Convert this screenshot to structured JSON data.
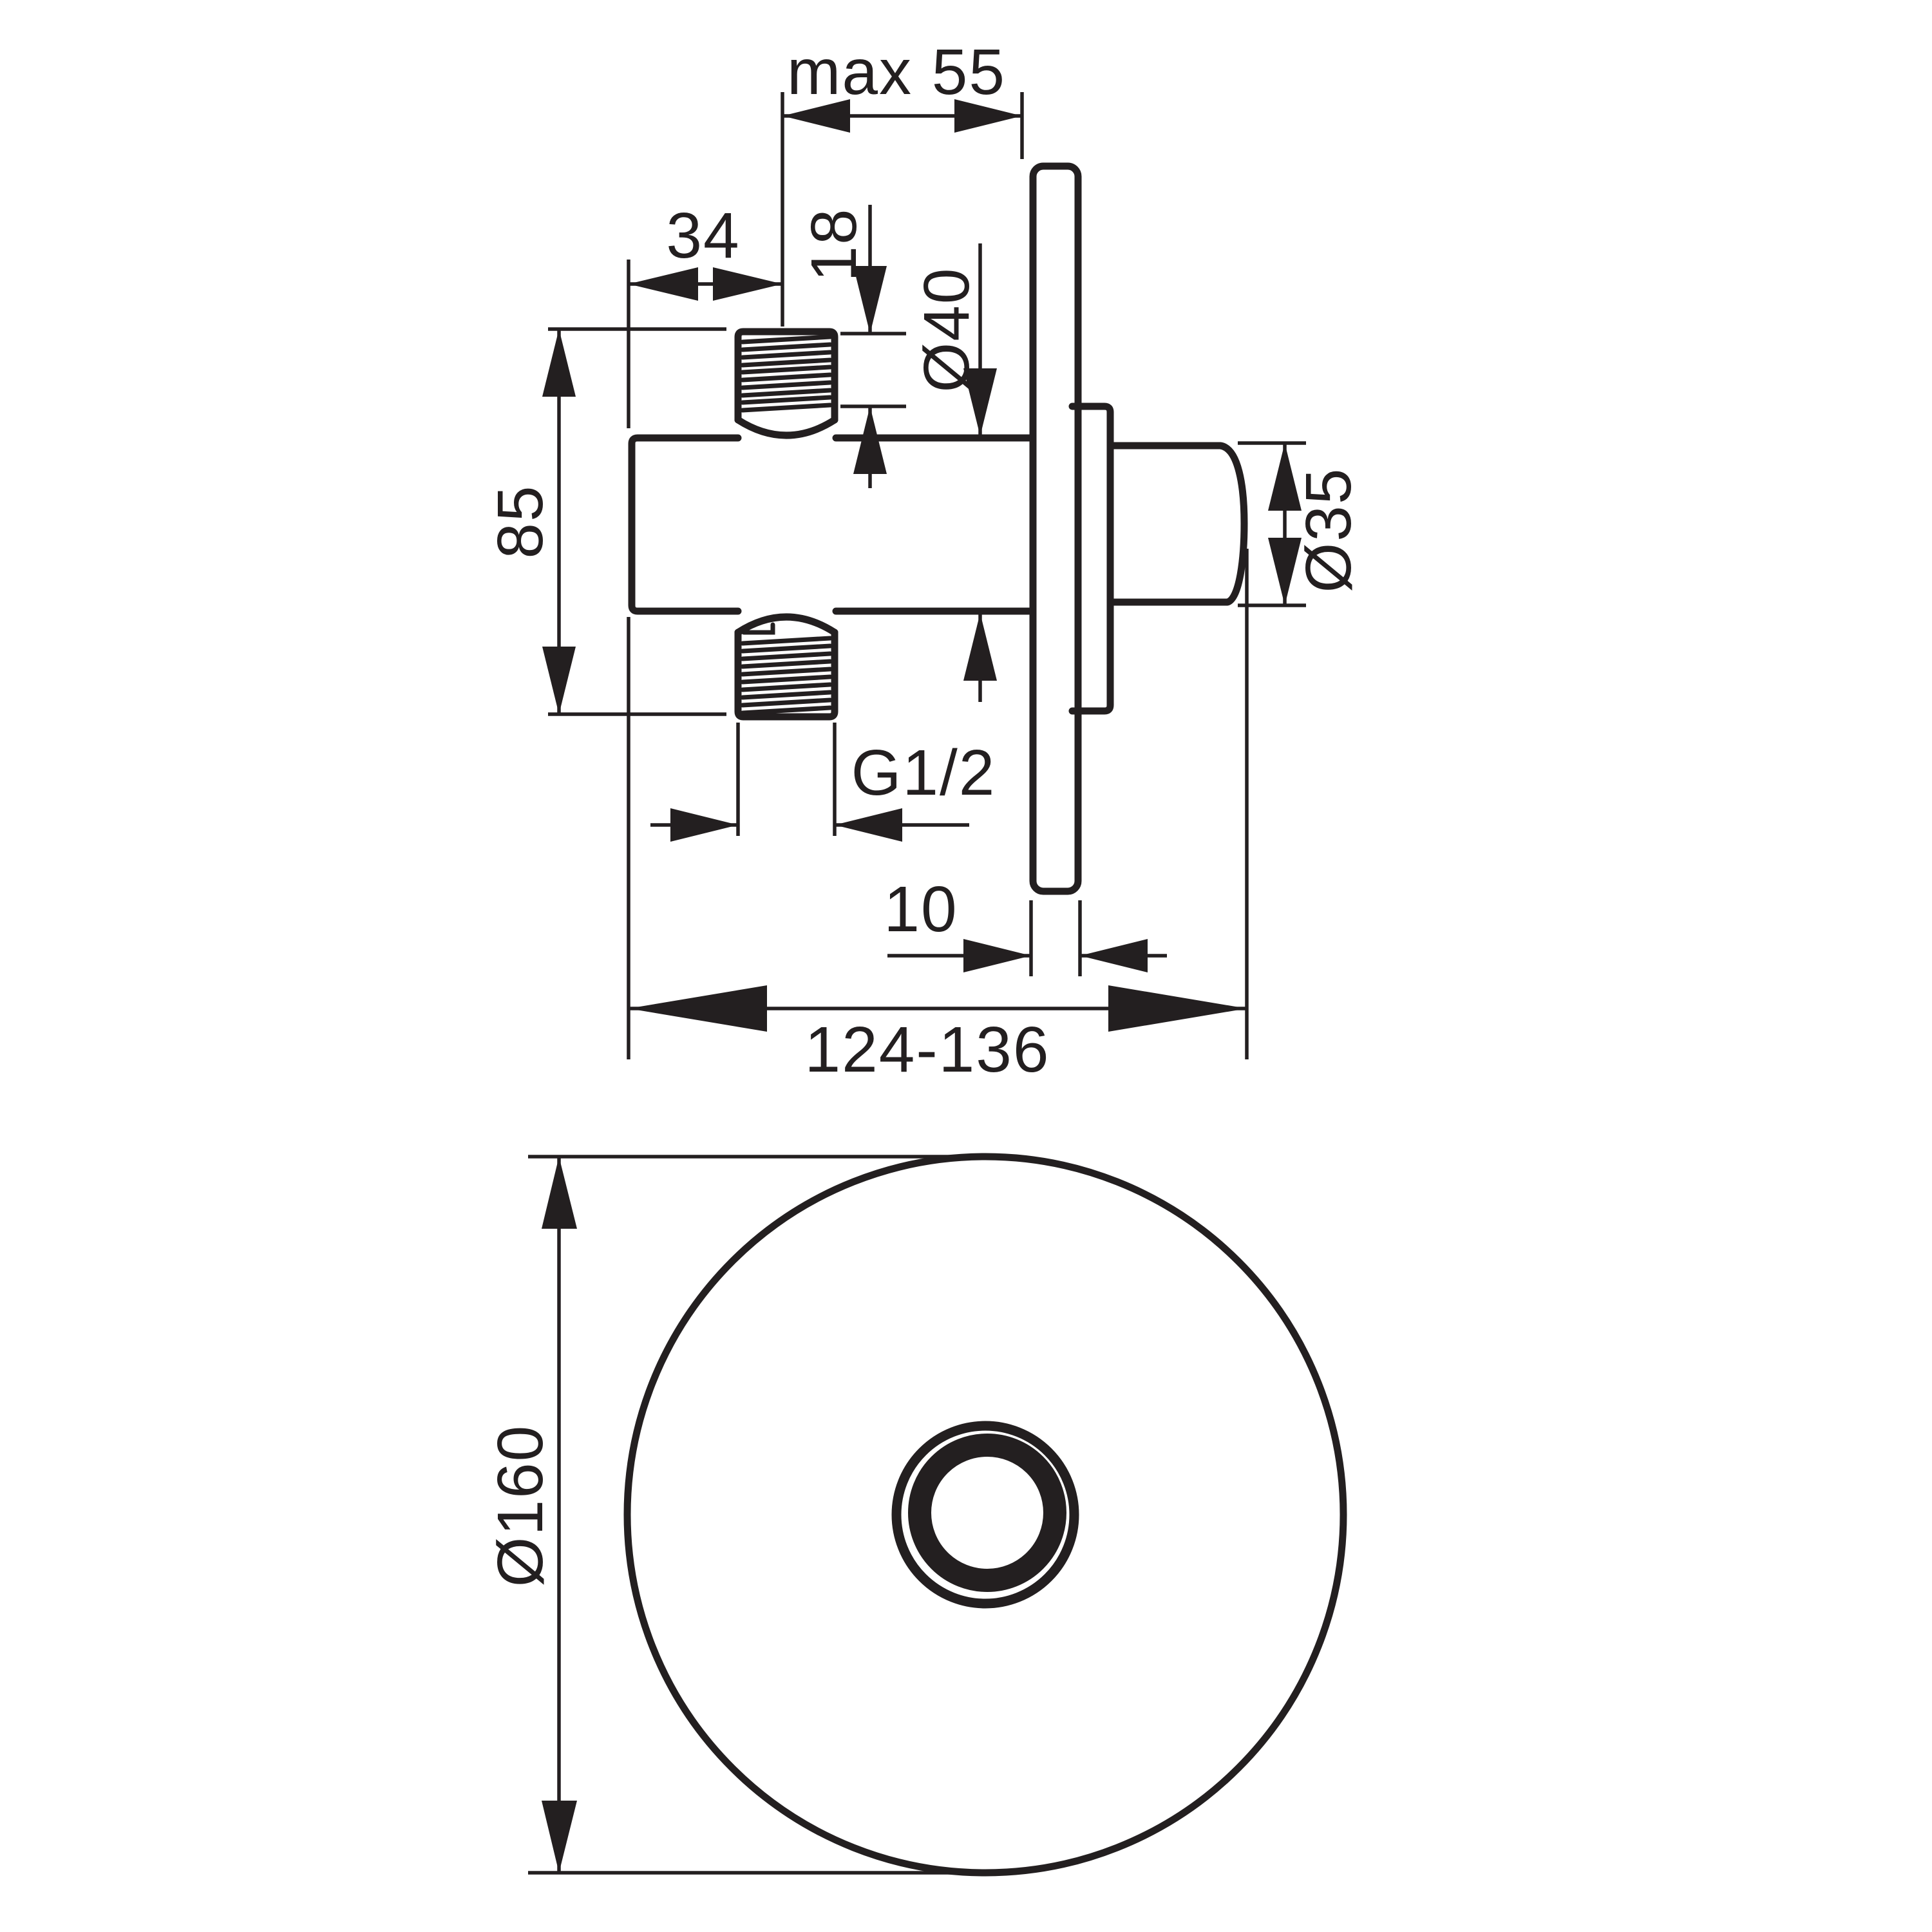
{
  "drawing": {
    "background": "#ffffff",
    "line_color": "#231f20",
    "views": {
      "side_view": {
        "dimensions": {
          "max_depth": "max 55",
          "offset_34": "34",
          "thread_length_18": "18",
          "body_diameter": "Ø40",
          "port_spacing_85": "85",
          "stem_diameter": "Ø35",
          "thread_size": "G1/2",
          "plate_thickness": "10",
          "total_length": "124-136"
        }
      },
      "front_view": {
        "dimensions": {
          "rosette_diameter": "Ø160"
        }
      }
    }
  }
}
